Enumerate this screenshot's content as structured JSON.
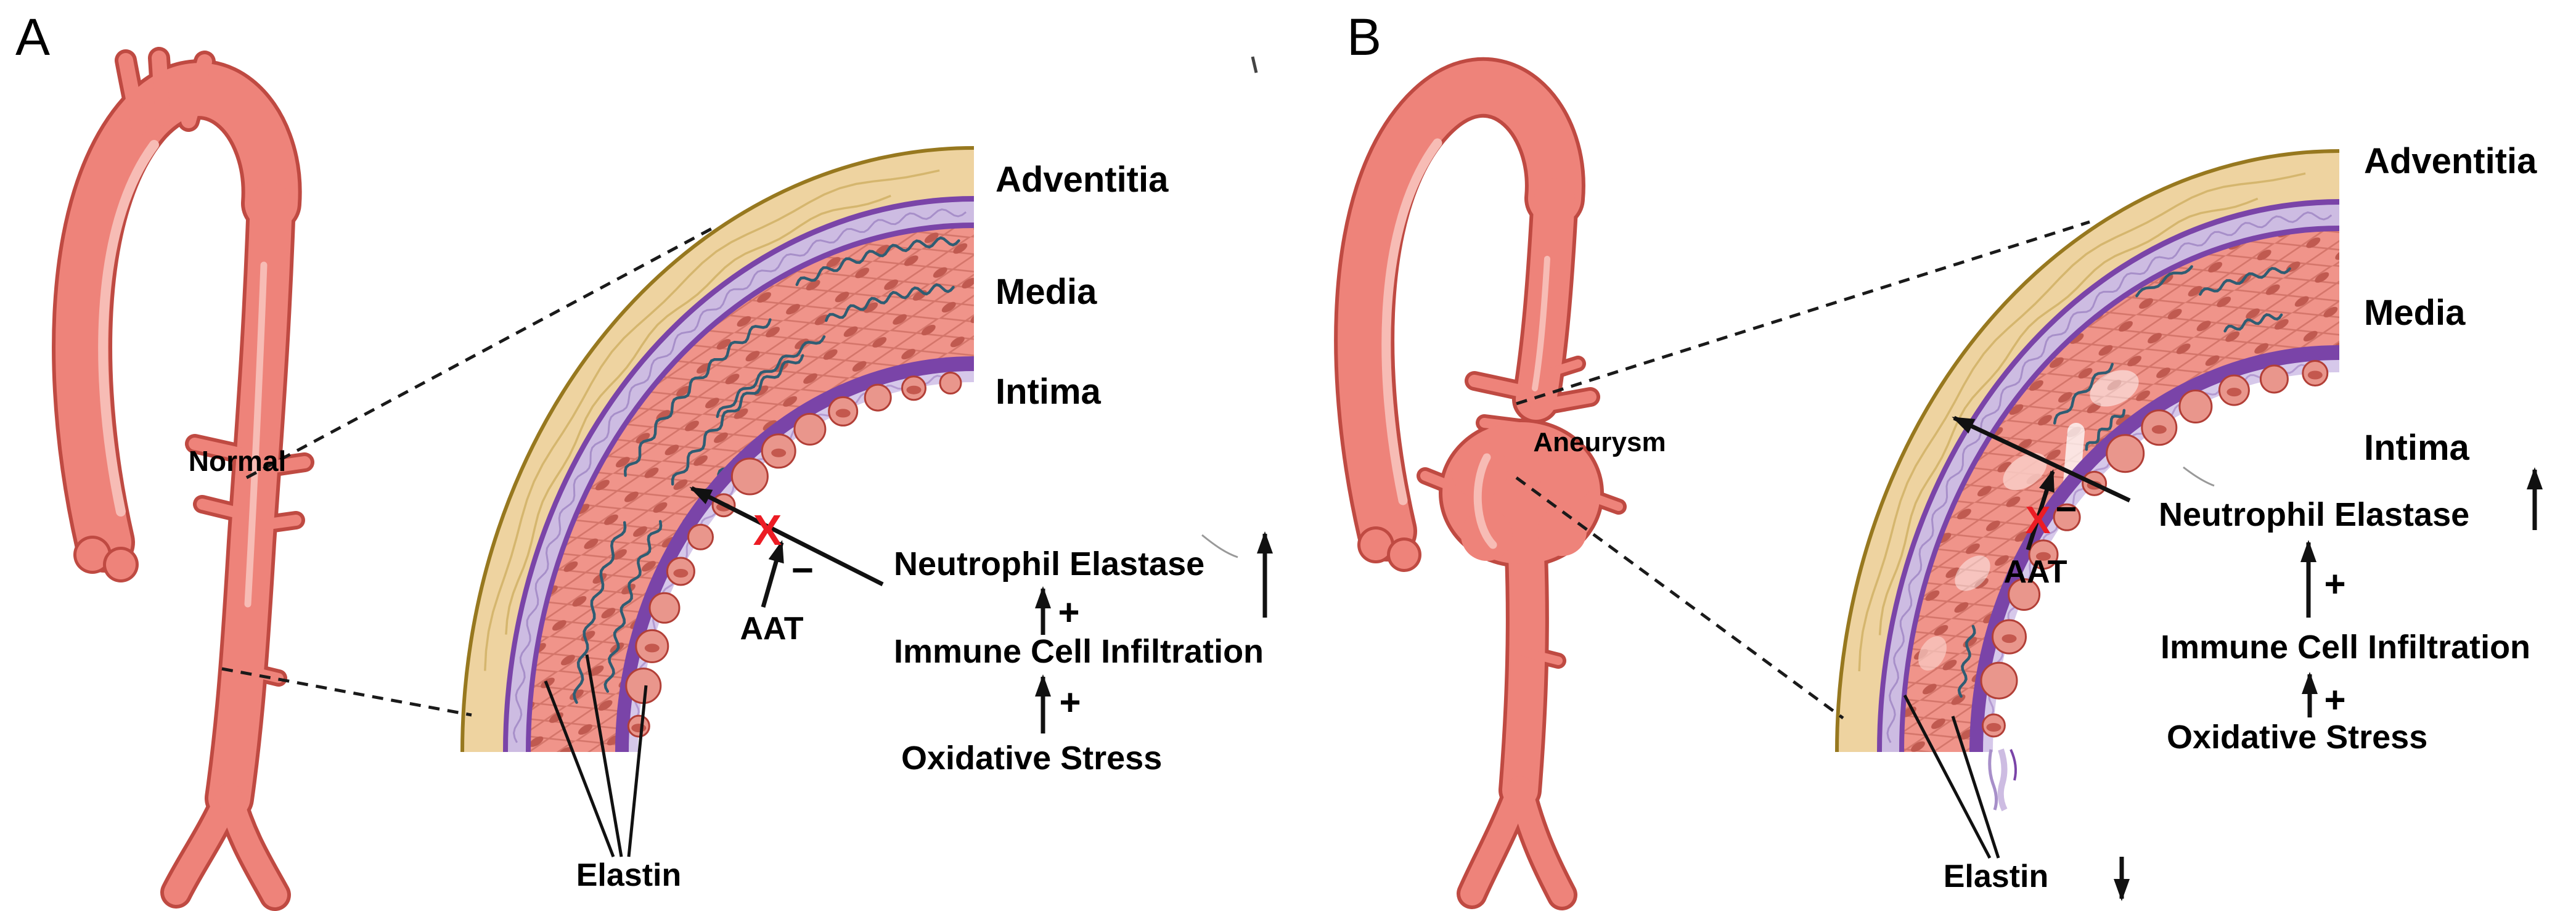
{
  "figure": {
    "background": "#ffffff",
    "palette": {
      "label_text": "#000000",
      "annotation_line": "#111111",
      "block_x_red": "#ec1c24",
      "adventitia_fill": "#eed3a0",
      "adventitia_rim": "#97781f",
      "adventitia_streak": "#d5b66e",
      "elastic_lamina_purple": "#7a44a8",
      "lamina_lavender": "#cdbce2",
      "lamina_wave": "#a78fc9",
      "media_fill": "#f0948a",
      "media_lattice": "#d4756a",
      "media_nucleus": "#c05a50",
      "elastin_fiber": "#2f5d73",
      "intima_lavender": "#d6c8ea",
      "intima_wave": "#b49bd2",
      "scallop_fill": "#e9968c",
      "scallop_stroke": "#b23f37",
      "scallop_nucleus": "#c4584e",
      "lumen": "#ffffff",
      "degraded_patch": "#f9cdc6",
      "aorta_fill": "#ee837a",
      "aorta_outline": "#bf4a42",
      "aorta_highlight": "#f7bcb5"
    }
  },
  "panels": [
    {
      "letter": "A",
      "vessel_label": "Normal",
      "layers": {
        "adventitia": "Adventitia",
        "media": "Media",
        "intima": "Intima"
      },
      "aat": {
        "label": "AAT",
        "inhibition_sign": "−",
        "block_mark": "X",
        "blocked": "neutrophil-elastase-arrow"
      },
      "pathway": {
        "neutrophil_elastase": "Neutrophil Elastase",
        "neutrophil_elastase_trend": "increase",
        "immune_cell_infiltration": "Immune Cell Infiltration",
        "oxidative_stress": "Oxidative Stress",
        "plus_sign": "+"
      },
      "elastin": {
        "label": "Elastin",
        "trend": "normal"
      }
    },
    {
      "letter": "B",
      "vessel_label": "Aneurysm",
      "layers": {
        "adventitia": "Adventitia",
        "media": "Media",
        "intima": "Intima"
      },
      "aat": {
        "label": "AAT",
        "inhibition_sign": "−",
        "block_mark": "X",
        "blocked": "aat-inhibition-arrow"
      },
      "pathway": {
        "neutrophil_elastase": "Neutrophil Elastase",
        "neutrophil_elastase_trend": "increase",
        "immune_cell_infiltration": "Immune Cell Infiltration",
        "oxidative_stress": "Oxidative Stress",
        "plus_sign": "+"
      },
      "elastin": {
        "label": "Elastin",
        "trend": "decrease"
      }
    }
  ]
}
